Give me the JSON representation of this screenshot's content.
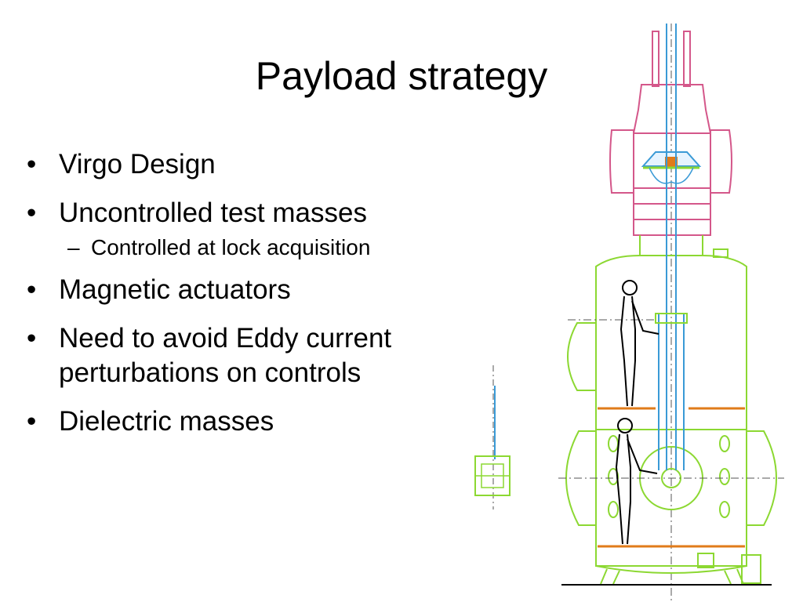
{
  "slide": {
    "title": "Payload strategy",
    "bullets": [
      {
        "level": 1,
        "marker": "•",
        "text": "Virgo Design"
      },
      {
        "level": 1,
        "marker": "•",
        "text": "Uncontrolled test masses"
      },
      {
        "level": 2,
        "marker": "–",
        "text": "Controlled at lock acquisition"
      },
      {
        "level": 1,
        "marker": "•",
        "text": "Magnetic actuators"
      },
      {
        "level": 1,
        "marker": "•",
        "text": "Need to avoid Eddy current perturbations on controls"
      },
      {
        "level": 1,
        "marker": "•",
        "text": "Dielectric masses"
      }
    ]
  },
  "diagram": {
    "colors": {
      "upper_tower": "#d4578a",
      "lower_tower": "#8cd832",
      "wires": "#3a9ad6",
      "floors": "#e07b1a",
      "figures": "#000000",
      "centerline": "#555555"
    },
    "icons": [
      "vacuum-tower-drawing",
      "human-figure-icon",
      "suspension-detail-drawing"
    ]
  }
}
